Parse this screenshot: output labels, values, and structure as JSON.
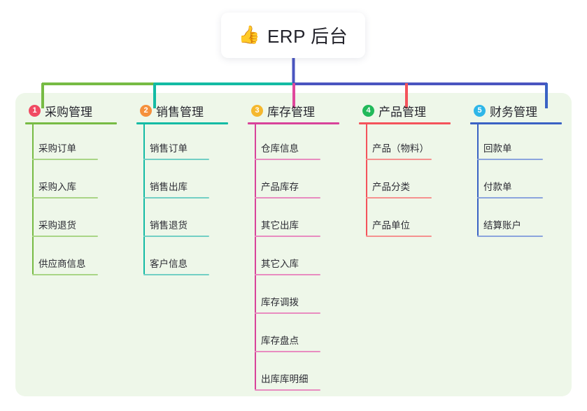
{
  "root": {
    "icon": "thumbs-up-icon",
    "emoji": "👍",
    "title": "ERP 后台"
  },
  "theme": {
    "panel_bg": "#eef7e9",
    "page_bg": "#ffffff",
    "root_line": "#4a55c0"
  },
  "columns": [
    {
      "badge": "1",
      "badge_color": "#f04a62",
      "title": "采购管理",
      "line_color": "#77bb44",
      "item_line_color": "#a9d586",
      "items": [
        {
          "label": "采购订单"
        },
        {
          "label": "采购入库"
        },
        {
          "label": "采购退货"
        },
        {
          "label": "供应商信息"
        }
      ]
    },
    {
      "badge": "2",
      "badge_color": "#f5903c",
      "title": "销售管理",
      "line_color": "#13bba4",
      "item_line_color": "#72cfc4",
      "items": [
        {
          "label": "销售订单"
        },
        {
          "label": "销售出库"
        },
        {
          "label": "销售退货"
        },
        {
          "label": "客户信息"
        }
      ]
    },
    {
      "badge": "3",
      "badge_color": "#f5b82e",
      "title": "库存管理",
      "line_color": "#d8439a",
      "item_line_color": "#e88cc0",
      "items": [
        {
          "label": "仓库信息"
        },
        {
          "label": "产品库存"
        },
        {
          "label": "其它出库"
        },
        {
          "label": "其它入库"
        },
        {
          "label": "库存调拨"
        },
        {
          "label": "库存盘点"
        },
        {
          "label": "出库库明细"
        }
      ]
    },
    {
      "badge": "4",
      "badge_color": "#21b95a",
      "title": "产品管理",
      "line_color": "#f4535b",
      "item_line_color": "#f5918f",
      "items": [
        {
          "label": "产品（物料）"
        },
        {
          "label": "产品分类"
        },
        {
          "label": "产品单位"
        }
      ]
    },
    {
      "badge": "5",
      "badge_color": "#2eb6e8",
      "title": "财务管理",
      "line_color": "#3a62c4",
      "item_line_color": "#8ba4dd",
      "items": [
        {
          "label": "回款单"
        },
        {
          "label": "付款单"
        },
        {
          "label": "结算账户"
        }
      ]
    }
  ]
}
